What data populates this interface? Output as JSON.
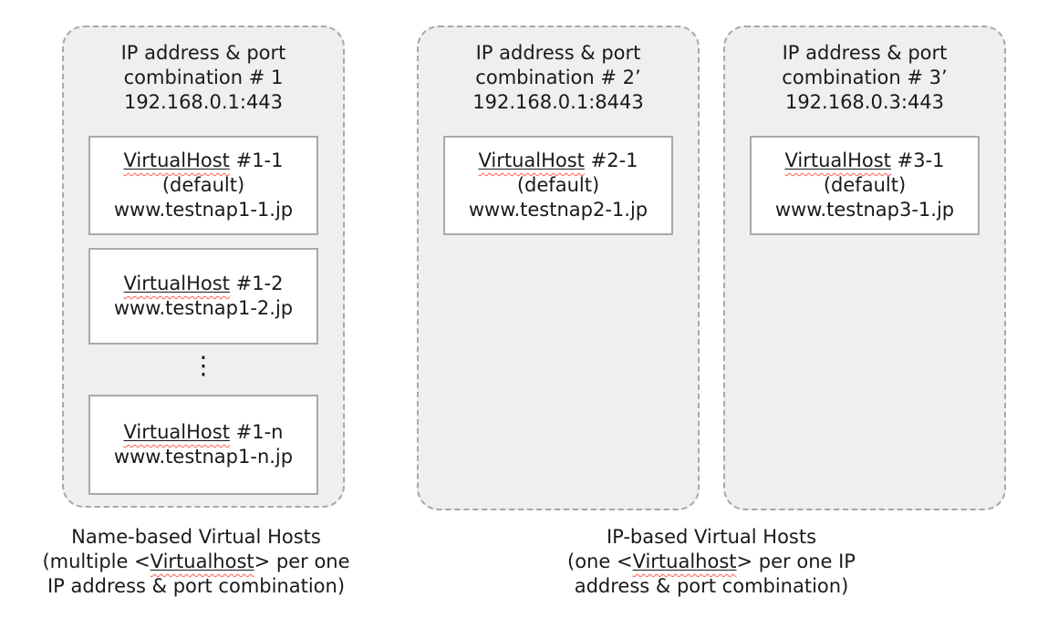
{
  "colors": {
    "container_fill": "#efefef",
    "container_border": "#a8a8a8",
    "box_border": "#a9a9a9",
    "text": "#1a1a1a",
    "spellcheck_squiggle": "#ff5a52"
  },
  "groups": [
    {
      "title": {
        "line1": "IP address & port",
        "line2": "combination # 1",
        "line3": "192.168.0.1:443"
      },
      "boxes": [
        {
          "host_word": "VirtualHost",
          "host_suffix": " #1-1",
          "default_label": "(default)",
          "domain": "www.testnap1-1.jp"
        },
        {
          "host_word": "VirtualHost",
          "host_suffix": " #1-2",
          "domain": "www.testnap1-2.jp"
        },
        {
          "host_word": "VirtualHost",
          "host_suffix": " #1-n",
          "domain": "www.testnap1-n.jp"
        }
      ],
      "ellipsis": "⋮"
    },
    {
      "title": {
        "line1": "IP address & port",
        "line2": "combination # 2’",
        "line3": "192.168.0.1:8443"
      },
      "boxes": [
        {
          "host_word": "VirtualHost",
          "host_suffix": " #2-1",
          "default_label": "(default)",
          "domain": "www.testnap2-1.jp"
        }
      ]
    },
    {
      "title": {
        "line1": "IP address & port",
        "line2": "combination # 3’",
        "line3": "192.168.0.3:443"
      },
      "boxes": [
        {
          "host_word": "VirtualHost",
          "host_suffix": " #3-1",
          "default_label": "(default)",
          "domain": "www.testnap3-1.jp"
        }
      ]
    }
  ],
  "captions": [
    {
      "line1": "Name-based Virtual Hosts",
      "line2_pre": "(multiple <",
      "line2_word": "Virtualhost",
      "line2_post": "> per one",
      "line3": "IP address & port combination)"
    },
    {
      "line1": "IP-based Virtual Hosts",
      "line2_pre": "(one <",
      "line2_word": "Virtualhost",
      "line2_post": "> per one IP",
      "line3": "address & port combination)"
    }
  ]
}
